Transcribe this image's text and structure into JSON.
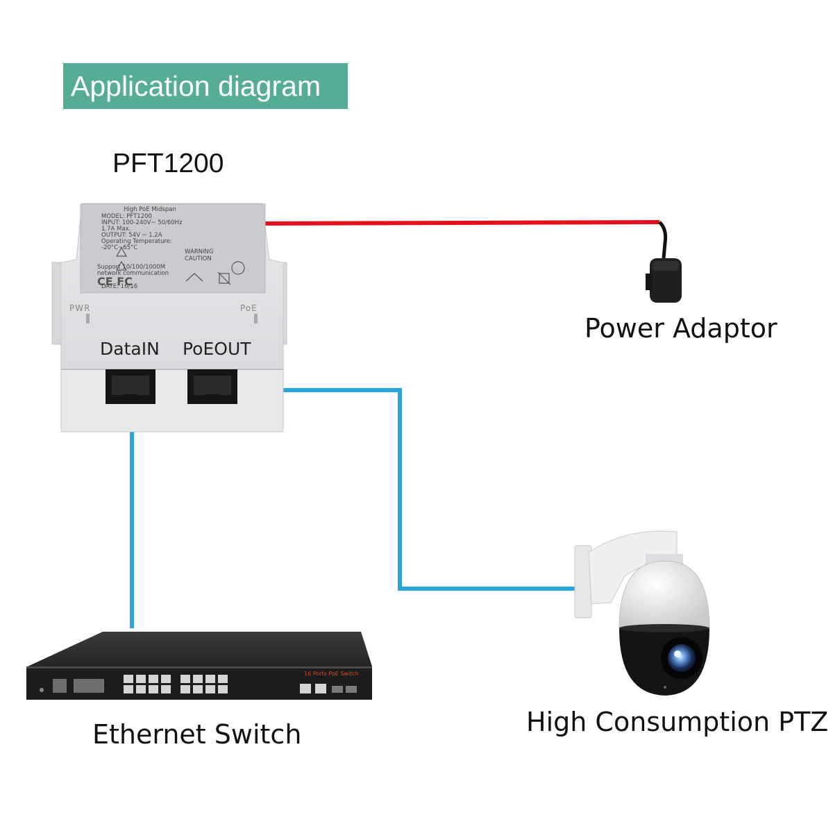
{
  "title": "Application diagram",
  "device": {
    "model_label": "PFT1200",
    "port_datain": "DataIN",
    "port_poeout": "PoEOUT",
    "led_pwr": "PWR",
    "led_poe": "PoE",
    "sticker": {
      "line1": "High PoE Midspan",
      "line2": "MODEL: PFT1200",
      "line3": "INPUT: 100-240V~ 50/60Hz",
      "line4": "1.7A Max.",
      "line5": "OUTPUT: 54V ⎓ 1.2A",
      "line6": "Operating Temperature:",
      "line7": "-20°C~65°C",
      "warning": "WARNING",
      "caution": "CAUTION",
      "support": "Support 10/100/1000M",
      "support2": "network communication",
      "date": "DATE: 16/16"
    }
  },
  "power_adaptor_label": "Power Adaptor",
  "switch": {
    "label": "Ethernet Switch",
    "panel_text": "16 Ports PoE Switch"
  },
  "camera_label": "High Consumption PTZ",
  "colors": {
    "banner": "#55ac97",
    "power_cable": "#e3111b",
    "data_cable": "#2aa4dc"
  }
}
